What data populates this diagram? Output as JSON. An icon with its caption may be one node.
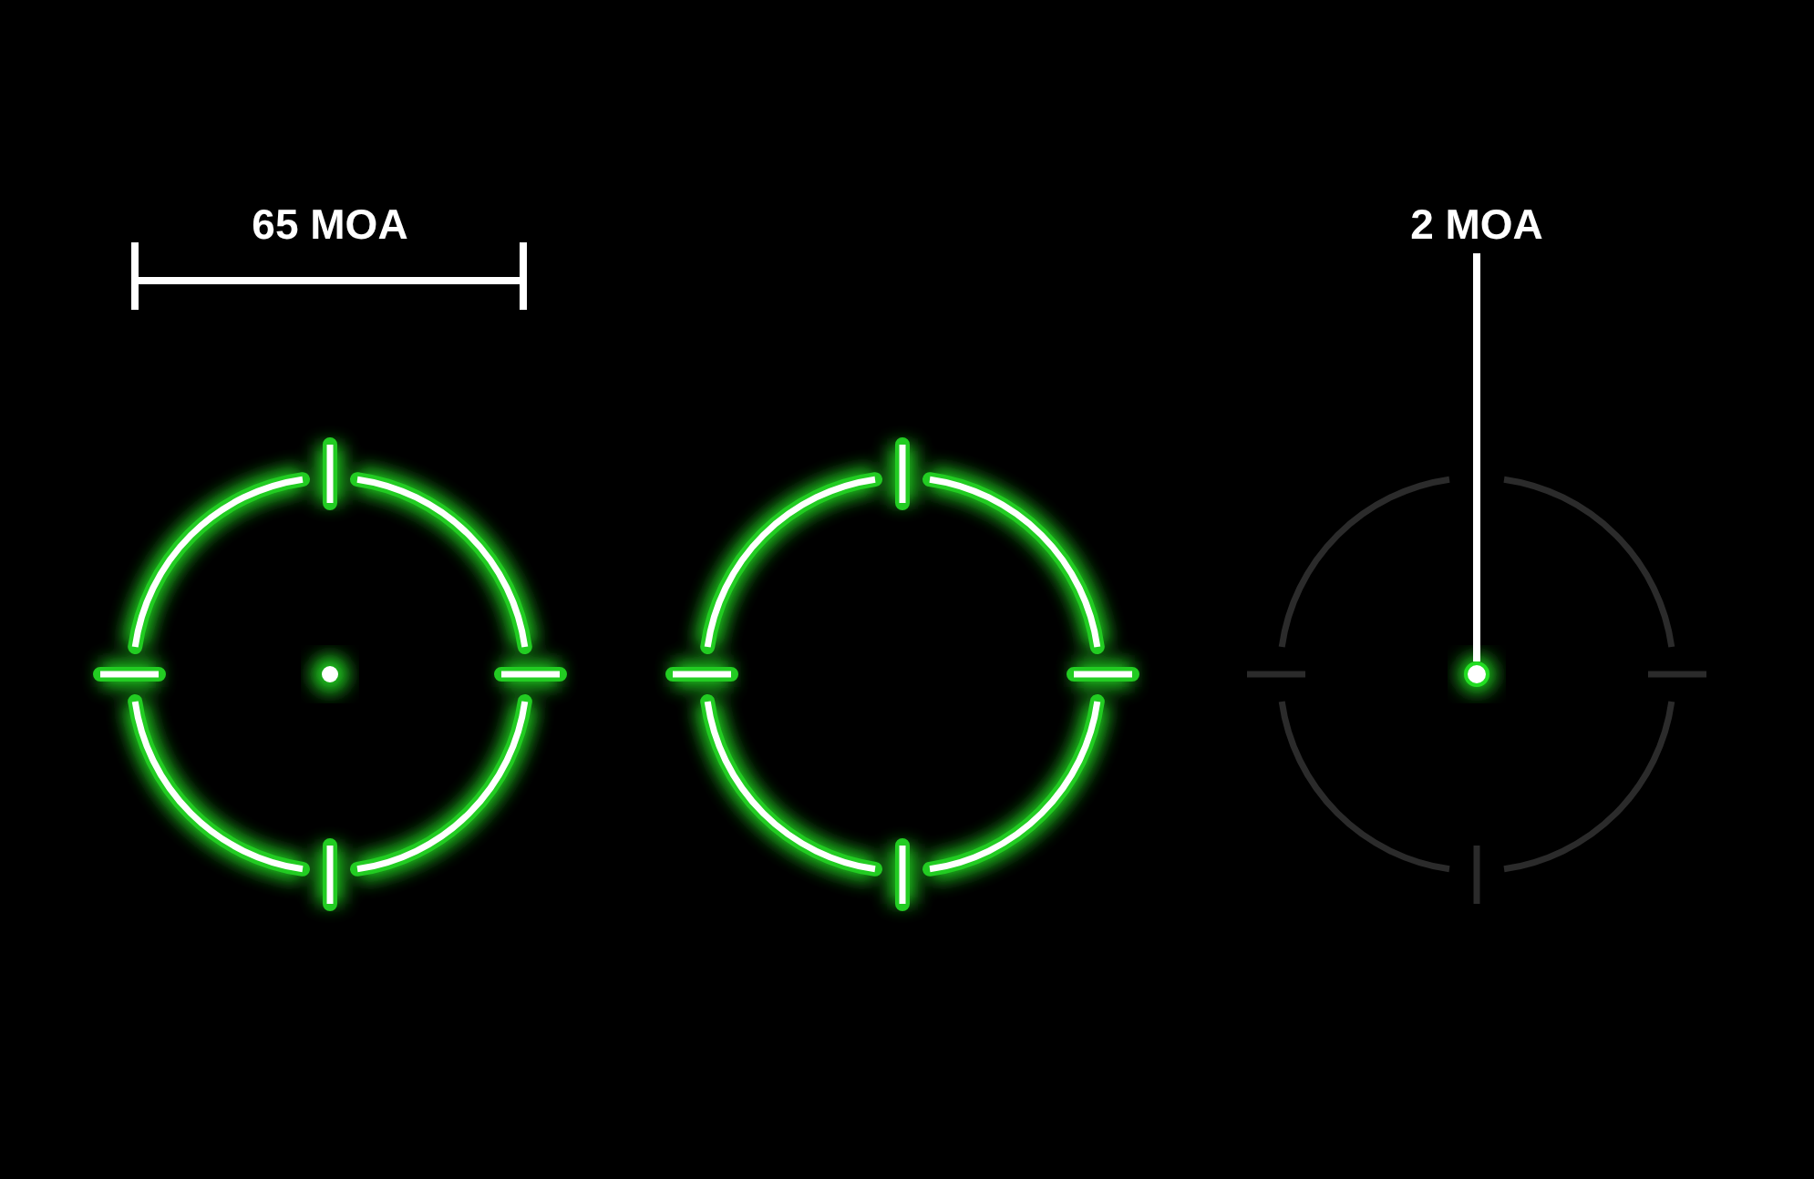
{
  "diagram": {
    "nodes": [
      {
        "text": [
          "2 MOA"
        ]
      },
      {
        "text": [],
        "shape": "circle"
      }
    ],
    "edges": [
      {
        "from": 0,
        "to": 1,
        "arrow": "none"
      }
    ],
    "labels": [
      "65 MOA"
    ]
  }
}
